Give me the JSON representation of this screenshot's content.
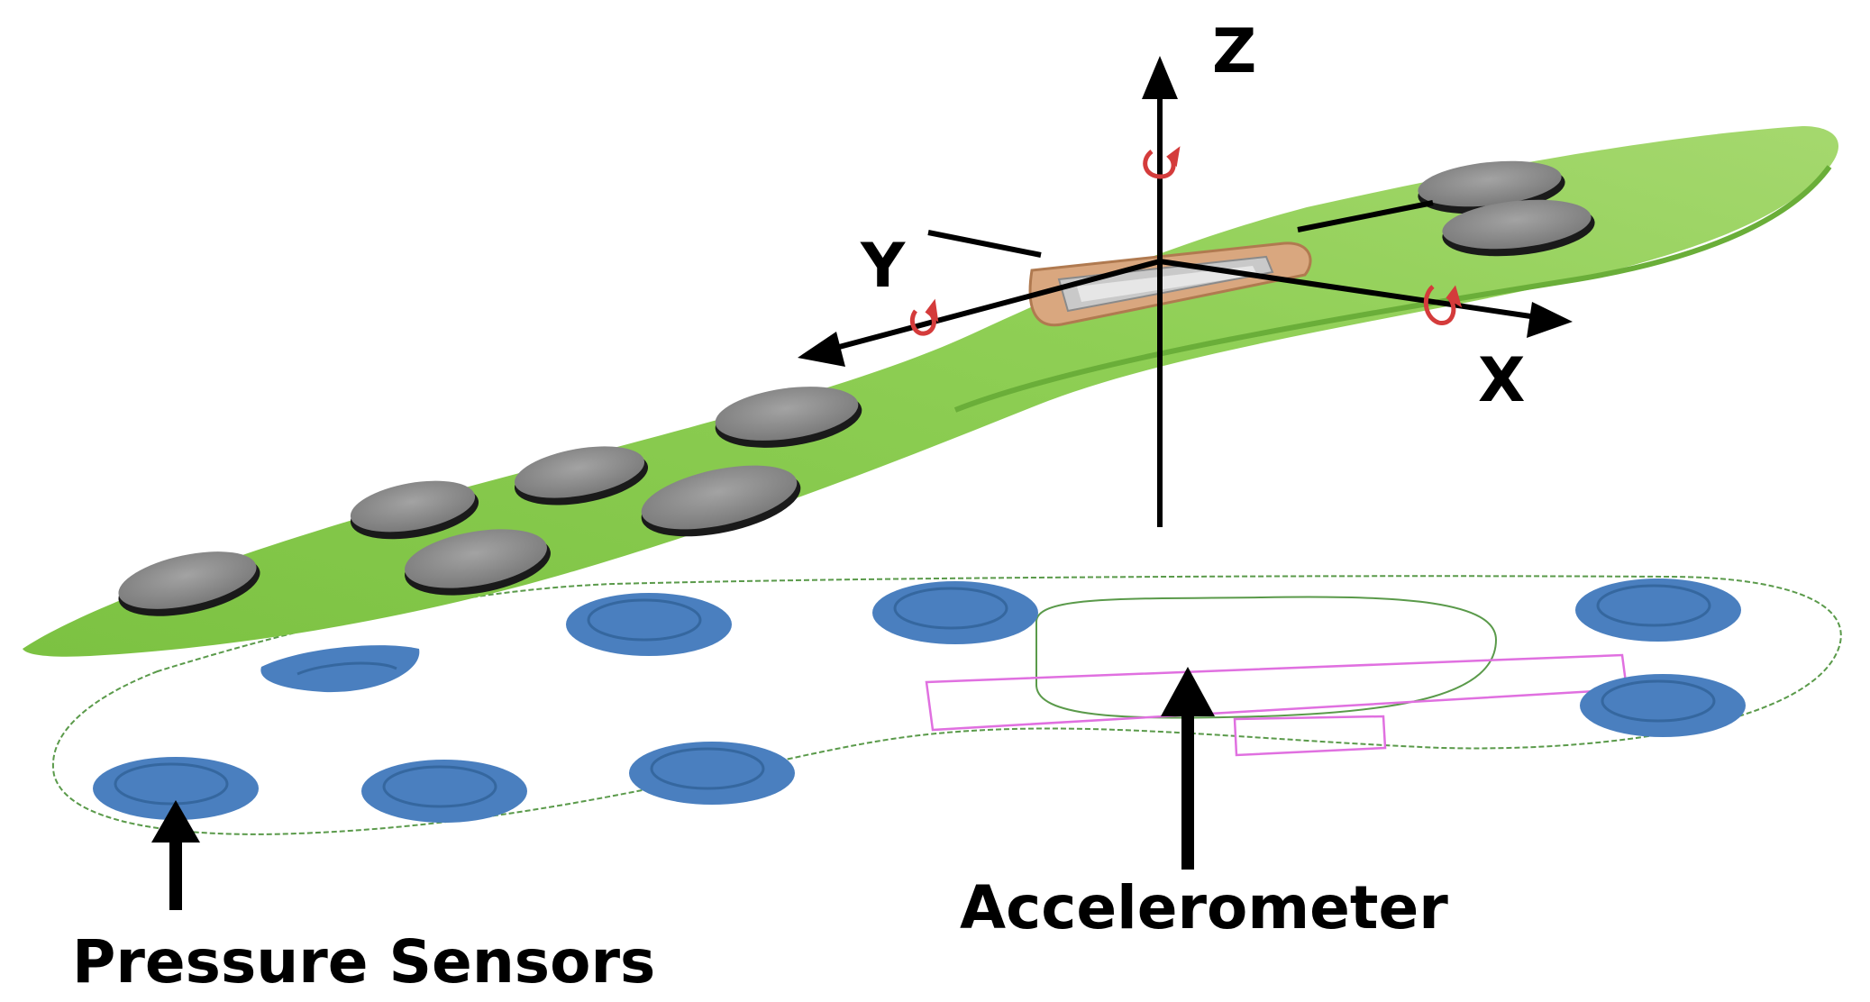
{
  "axes": {
    "x_label": "X",
    "y_label": "Y",
    "z_label": "Z"
  },
  "labels": {
    "pressure_sensors": "Pressure Sensors",
    "accelerometer": "Accelerometer"
  },
  "colors": {
    "insole_green": "#7cc242",
    "insole_green_light": "#a5d86e",
    "sensor_pad_gray": "#8c8c8c",
    "sensor_dot_blue": "#4a7fbf",
    "outline_green": "#5a9a4a",
    "board_magenta": "#e070e0",
    "rotation_red": "#d43b3b",
    "accelerometer_tan": "#d9a77f"
  },
  "icons": {
    "rotation_marker": "rotation-arrow-icon",
    "pointer_arrow": "up-arrow-icon"
  }
}
